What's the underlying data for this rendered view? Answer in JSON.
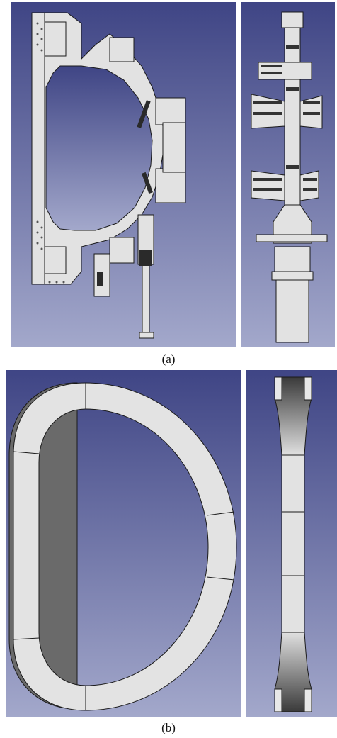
{
  "captions": {
    "a": "(a)",
    "b": "(b)"
  },
  "panels": [
    {
      "id": "a-left",
      "view": "detailed-magnet-assembly-side"
    },
    {
      "id": "a-right",
      "view": "detailed-magnet-assembly-front"
    },
    {
      "id": "b-left",
      "view": "d-shaped-coil-side"
    },
    {
      "id": "b-right",
      "view": "d-shaped-coil-edge"
    }
  ],
  "colors": {
    "bg_top": "#3f4585",
    "bg_bottom": "#a3a8cb",
    "part_fill": "#e2e2e2",
    "part_stroke": "#1a1a1a",
    "dark_detail": "#2a2a2a"
  }
}
